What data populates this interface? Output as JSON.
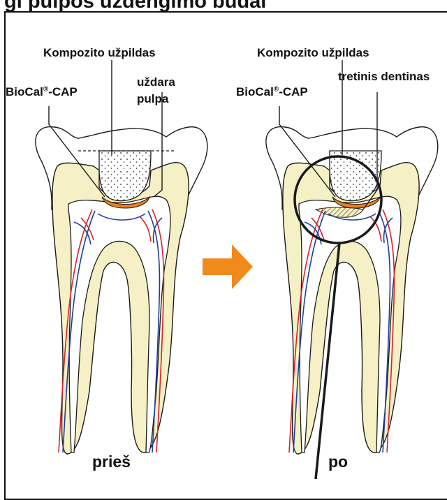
{
  "header": {
    "title": "gi pulpos uždengimo būdai"
  },
  "labels": {
    "left": {
      "composite": "Kompozito užpildas",
      "biocal": "BioCal",
      "biocal_suffix": "-CAP",
      "closed_1": "uždara",
      "closed_2": "pulpa",
      "caption": "prieš"
    },
    "right": {
      "composite": "Kompozito užpildas",
      "biocal": "BioCal",
      "biocal_suffix": "-CAP",
      "tertiary": "tretinis dentinas",
      "caption": "po"
    },
    "registered_mark": "®"
  },
  "colors": {
    "dentin": "#f6f0c6",
    "enamel": "#ffffff",
    "outline": "#1a1a1a",
    "artery": "#d8232a",
    "vein": "#1d3f9c",
    "biocal": "#ef7f1a",
    "arrow": "#f08a1c"
  }
}
